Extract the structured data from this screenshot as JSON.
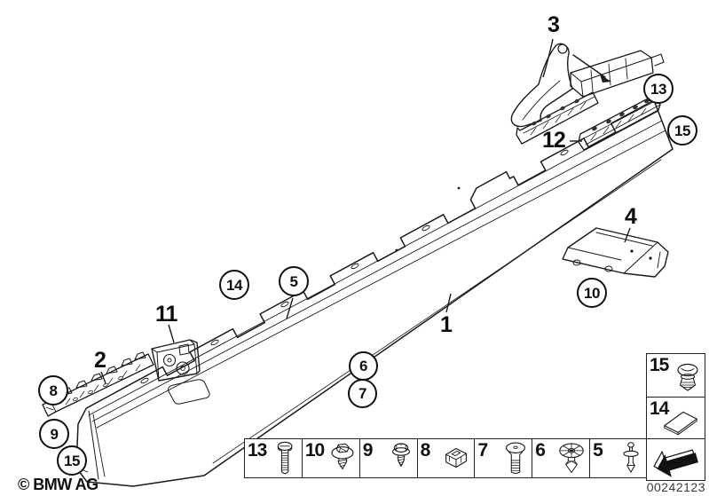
{
  "colors": {
    "background": "#ffffff",
    "line": "#1a1a1a",
    "legend_border": "#222222",
    "image_number_text": "#3a3a3a"
  },
  "callouts": {
    "plain": {
      "p3": "3",
      "p12": "12",
      "p4": "4",
      "p1": "1",
      "p11": "11",
      "p2": "2"
    },
    "circled": {
      "c13": "13",
      "c15_top": "15",
      "c10": "10",
      "c14": "14",
      "c5": "5",
      "c6": "6",
      "c7": "7",
      "c8": "8",
      "c9": "9",
      "c15_left": "15"
    }
  },
  "fastener_legend": [
    {
      "number": "13",
      "icon": "hex-bolt-icon"
    },
    {
      "number": "10",
      "icon": "combi-screw-icon"
    },
    {
      "number": "9",
      "icon": "washer-screw-icon"
    },
    {
      "number": "8",
      "icon": "clip-nut-icon"
    },
    {
      "number": "7",
      "icon": "mushroom-screw-icon"
    },
    {
      "number": "6",
      "icon": "umbrella-rivet-icon"
    },
    {
      "number": "5",
      "icon": "expansion-rivet-icon"
    }
  ],
  "side_legend": [
    {
      "number": "15",
      "icon": "push-clip-icon"
    },
    {
      "number": "14",
      "icon": "adhesive-pad-icon"
    },
    {
      "number": "",
      "icon": "direction-arrow-icon"
    }
  ],
  "footer": {
    "copyright": "© BMW AG",
    "image_number": "00242123"
  }
}
